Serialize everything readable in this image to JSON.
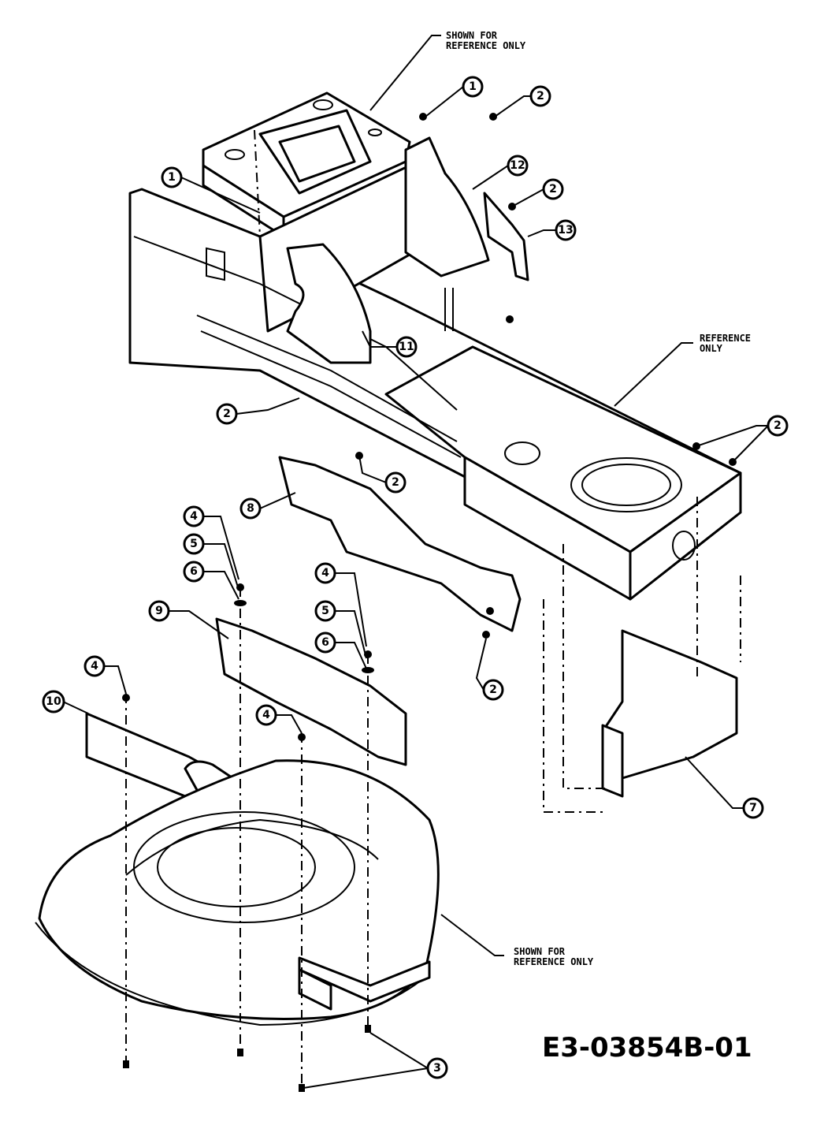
{
  "notes": {
    "shown_for_reference_top": [
      "SHOWN FOR",
      "REFERENCE ONLY"
    ],
    "reference_only_right": [
      "REFERENCE",
      "ONLY"
    ],
    "shown_for_reference_bottom": [
      "SHOWN FOR",
      "REFERENCE ONLY"
    ]
  },
  "drawing_id": "E3-03854B-01",
  "callouts": {
    "c1a": "1",
    "c1b": "1",
    "c2a": "2",
    "c2b": "2",
    "c2c": "2",
    "c2d": "2",
    "c2e": "2",
    "c2f": "2",
    "c3": "3",
    "c4a": "4",
    "c4b": "4",
    "c4c": "4",
    "c4d": "4",
    "c5a": "5",
    "c5b": "5",
    "c6a": "6",
    "c6b": "6",
    "c7": "7",
    "c8": "8",
    "c9": "9",
    "c10": "10",
    "c11": "11",
    "c12": "12",
    "c13": "13"
  }
}
